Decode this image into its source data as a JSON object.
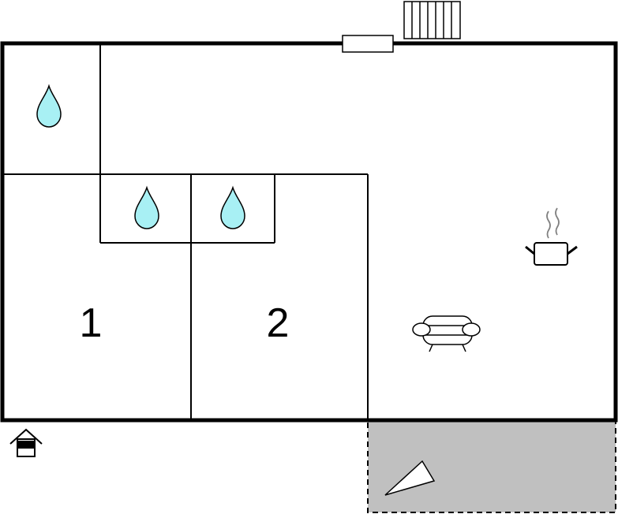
{
  "plan": {
    "rooms": [
      {
        "id": "bedroom-1",
        "label": "1"
      },
      {
        "id": "bedroom-2",
        "label": "2"
      }
    ],
    "icons": [
      "water-drop-icon",
      "water-drop-icon",
      "water-drop-icon",
      "cooking-pot-icon",
      "sofa-icon",
      "radiator-icon",
      "window-icon",
      "entrance-house-icon",
      "terrace-icon"
    ],
    "colors": {
      "wall": "#000000",
      "water": "#a8f0f4",
      "terrace": "#c0c0c0"
    }
  }
}
